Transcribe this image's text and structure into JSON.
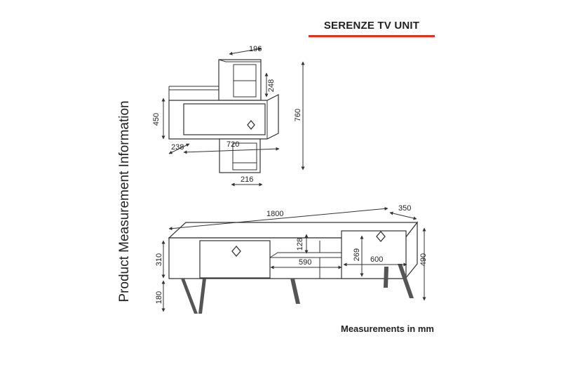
{
  "title": "SERENZE TV UNIT",
  "side_label": "Product Measurement Information",
  "units_note": "Measurements in mm",
  "accent_color": "#e0301e",
  "wall_shelf": {
    "top_box_width": "196",
    "top_box_height": "248",
    "cabinet_height": "450",
    "total_height": "760",
    "depth": "238",
    "width": "720",
    "bottom_box_width": "216"
  },
  "tv_unit": {
    "width": "1800",
    "depth": "350",
    "body_height": "310",
    "leg_height": "180",
    "shelf_height": "128",
    "inner_width": "590",
    "door_height": "269",
    "door_width": "600",
    "total_height": "490"
  }
}
